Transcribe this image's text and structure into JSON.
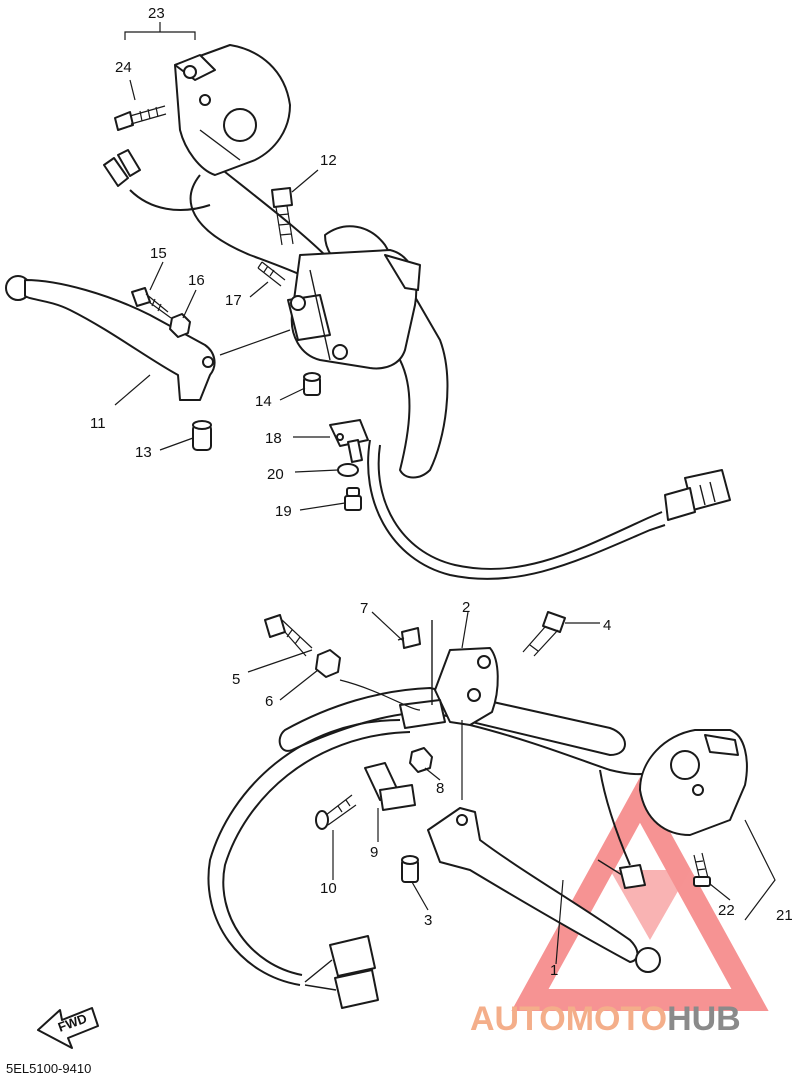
{
  "callouts": {
    "c1": "1",
    "c2": "2",
    "c3": "3",
    "c4": "4",
    "c5": "5",
    "c6": "6",
    "c7": "7",
    "c8": "8",
    "c9": "9",
    "c10": "10",
    "c11": "11",
    "c12": "12",
    "c13": "13",
    "c14": "14",
    "c15": "15",
    "c16": "16",
    "c17": "17",
    "c18": "18",
    "c19": "19",
    "c20": "20",
    "c21": "21",
    "c22": "22",
    "c23": "23",
    "c24": "24"
  },
  "fwd_label": "FWD",
  "diagram_code": "5EL5100-9410",
  "watermark": {
    "part1": "AUTOMOTO",
    "part2": "HUB",
    "color_primary": "#f4ae8a",
    "color_secondary": "#8a8a8a",
    "triangle_color": "#ef3b3b"
  }
}
